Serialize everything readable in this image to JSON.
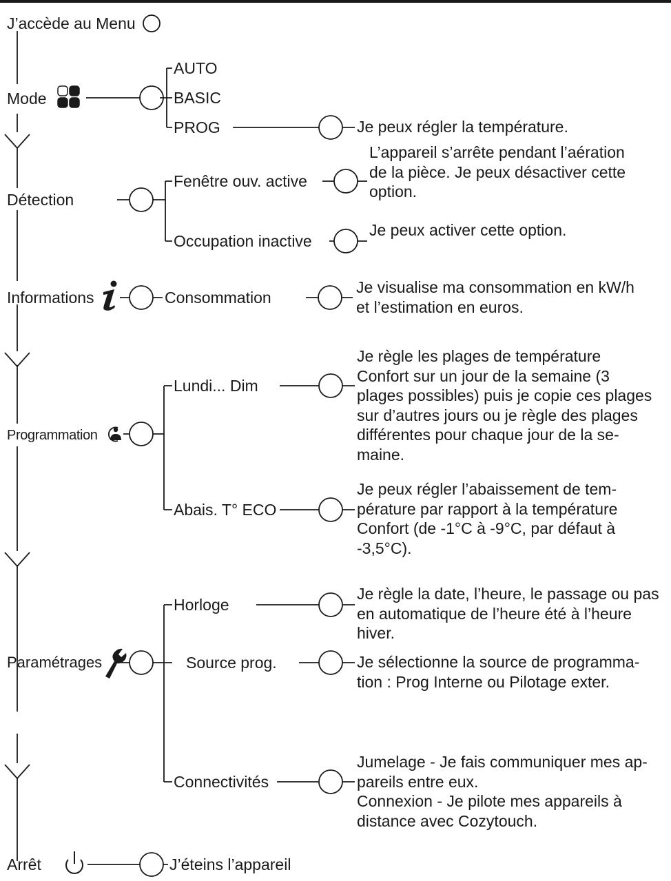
{
  "colors": {
    "ink": "#1a1a1a",
    "background": "#ffffff"
  },
  "menu": {
    "entry": "J’accède au Menu",
    "mode": {
      "label": "Mode",
      "icon": "four-squares-icon",
      "options": [
        "AUTO",
        "BASIC",
        "PROG"
      ],
      "prog_note": "Je peux régler la température."
    },
    "detection": {
      "label": "Détection",
      "window": {
        "label": "Fenêtre ouv. active",
        "note": [
          "L’appareil s’arrête pendant l’aération",
          "de la pièce. Je peux désactiver cette",
          "option."
        ]
      },
      "occupation": {
        "label": "Occupation inactive",
        "note": [
          "Je peux activer cette option."
        ]
      }
    },
    "informations": {
      "label": "Informations",
      "icon": "info-icon",
      "consumption": {
        "label": "Consommation",
        "note": [
          "Je visualise ma consommation en kW/h",
          "et l’estimation en euros."
        ]
      }
    },
    "programmation": {
      "label": "Programmation",
      "icon": "clock-person-icon",
      "days": {
        "label": "Lundi... Dim",
        "note": [
          "Je règle les plages de température",
          "Confort sur un jour de la semaine  (3",
          "plages possibles) puis je copie ces plages",
          "sur d’autres jours ou je règle des plages",
          "différentes pour chaque jour de la se-",
          "maine."
        ]
      },
      "eco": {
        "label": "Abais. T° ECO",
        "note": [
          "Je peux régler l’abaissement de tem-",
          "pérature par rapport à la température",
          "Confort (de -1°C à -9°C, par défaut à",
          "-3,5°C)."
        ]
      }
    },
    "parametrages": {
      "label": "Paramétrages",
      "icon": "wrench-icon",
      "clock": {
        "label": "Horloge",
        "note": [
          "Je règle la date, l’heure, le passage ou pas",
          "en automatique de l’heure été à l’heure",
          "hiver."
        ]
      },
      "source": {
        "label": "Source prog.",
        "note": [
          "Je sélectionne la source de programma-",
          "tion : Prog Interne ou Pilotage exter."
        ]
      },
      "connect": {
        "label": "Connectivités",
        "note": [
          "Jumelage - Je fais communiquer mes ap-",
          "pareils entre eux.",
          "Connexion - Je pilote mes appareils à",
          "distance avec Cozytouch."
        ]
      }
    },
    "arret": {
      "label": "Arrêt",
      "icon": "power-icon",
      "note": "J’éteins  l’appareil"
    }
  }
}
